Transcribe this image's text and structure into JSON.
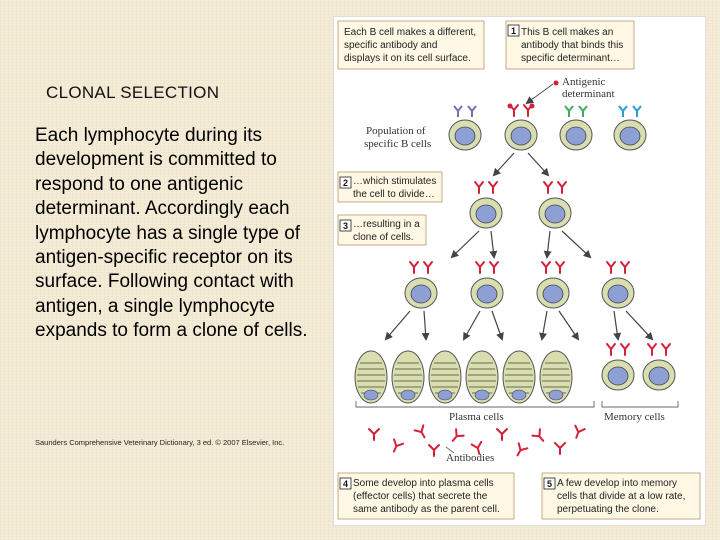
{
  "slide": {
    "title": "CLONAL SELECTION",
    "body": "Each lymphocyte during its development is committed to respond to one antigenic determinant.  Accordingly each lymphocyte has a single type of antigen-specific receptor on its surface. Following contact with antigen,  a single lymphocyte expands to form a clone of cells.",
    "citation": "Saunders Comprehensive Veterinary Dictionary, 3 ed. © 2007 Elsevier, Inc."
  },
  "figure": {
    "callout_top": [
      "Each B cell makes a different,",
      "specific antibody and",
      "displays it on its cell surface."
    ],
    "callout_1": [
      "This B cell makes an",
      "antibody that binds this",
      "specific determinant…"
    ],
    "callout_2": [
      "…which stimulates",
      "the cell to divide…"
    ],
    "callout_3": [
      "…resulting in a",
      "clone of cells."
    ],
    "callout_4": [
      "Some develop into plasma cells",
      "(effector cells) that secrete the",
      "same antibody as the parent cell."
    ],
    "callout_5": [
      "A few develop into memory",
      "cells that divide at a low rate,",
      "perpetuating the clone."
    ],
    "step_numbers": [
      "1",
      "2",
      "3",
      "4",
      "5"
    ],
    "label_antigenic": [
      "Antigenic",
      "determinant"
    ],
    "label_population": [
      "Population of",
      "specific B cells"
    ],
    "label_plasma": "Plasma cells",
    "label_memory": "Memory cells",
    "label_antibodies": "Antibodies",
    "colors": {
      "cell_fill": "#d9deb0",
      "nucleus": "#8e9fd4",
      "antibody_red": "#d6203b",
      "receptor_purple": "#7b6fae",
      "receptor_green": "#3fae5a",
      "receptor_blue": "#2d9bd4",
      "arrow": "#444444",
      "callout_fill": "#fff8e4"
    }
  }
}
